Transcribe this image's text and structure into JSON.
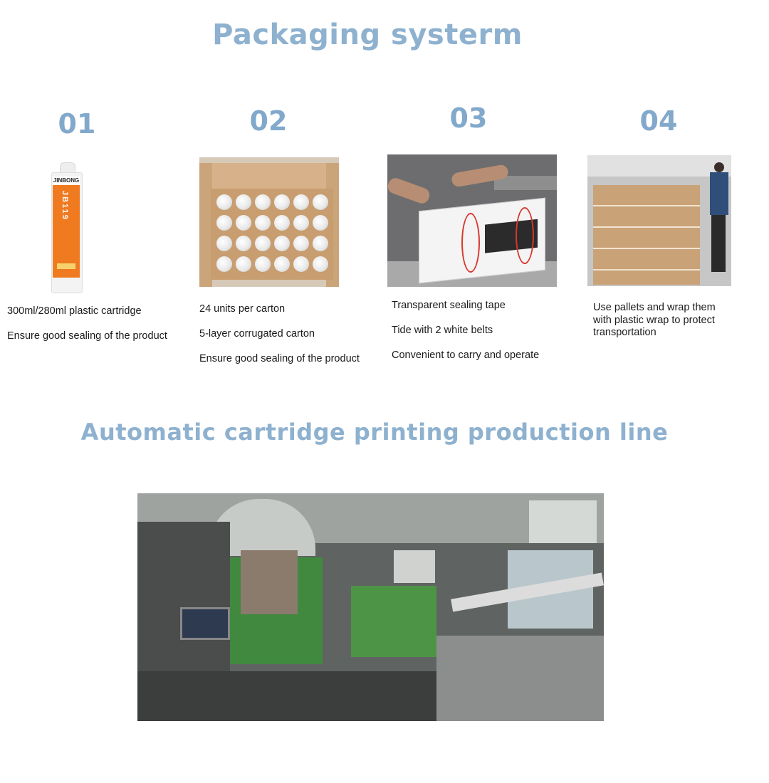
{
  "packaging": {
    "title": "Packaging systerm",
    "steps": [
      {
        "number": "01",
        "lines": [
          "300ml/280ml plastic cartridge",
          "Ensure good sealing of the product"
        ]
      },
      {
        "number": "02",
        "lines": [
          "24 units per carton",
          "5-layer corrugated carton",
          "Ensure good sealing of the product"
        ]
      },
      {
        "number": "03",
        "lines": [
          "Transparent sealing tape",
          "Tide with 2 white belts",
          "Convenient to carry and operate"
        ]
      },
      {
        "number": "04",
        "lines": [
          "Use pallets and wrap them with plastic wrap to protect transportation"
        ]
      }
    ],
    "tube_brand": "JINBONG",
    "tube_code": "JB119"
  },
  "production": {
    "title": "Automatic cartridge printing production line"
  },
  "colors": {
    "title": "#8eb1cf",
    "number": "#82a9cb",
    "tube_orange": "#ef7a20"
  }
}
